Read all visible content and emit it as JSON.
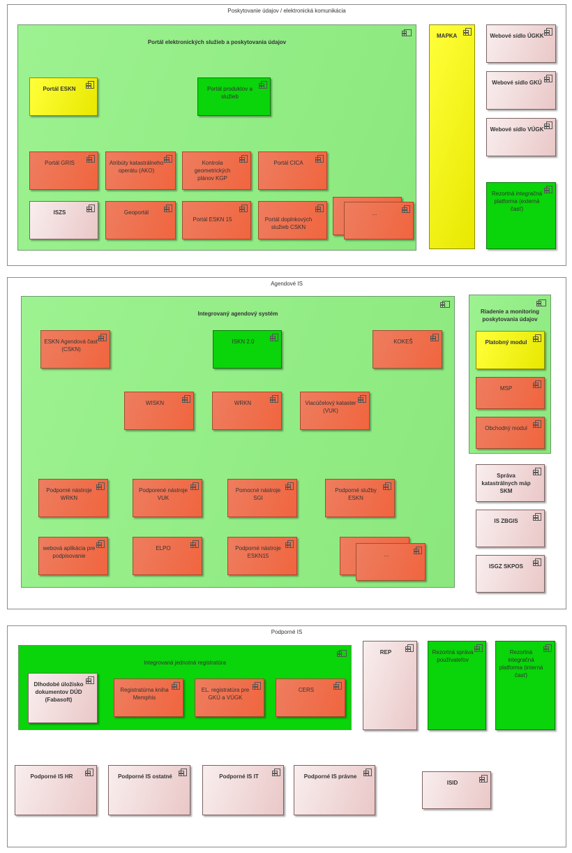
{
  "layers": {
    "top": {
      "title": "Poskytovanie údajov / elektronická komunikácia"
    },
    "middle": {
      "title": "Agendové IS"
    },
    "bottom": {
      "title": "Podporné IS"
    }
  },
  "packages": {
    "portal": "Portál elektronických služieb a poskytovania údajov",
    "ias": "Integrovaný agendový systém",
    "riadenie": "Riadenie a monitoring poskytovania údajov",
    "ijr": "Integrovaná jednotná registratúra"
  },
  "components": {
    "portal_eskn": "Portál ESKN",
    "portal_produktov": "Portál produktov a služieb",
    "portal_gris": "Portál GRIS",
    "atributy": "Atribúty katastrálneho operátu (AKO)",
    "kontrola": "Kontrola geometrických plánov KGP",
    "portal_cica": "Portál CICA",
    "iszs": "ISZS",
    "geoportal": "Geoportál",
    "portal_eskn15": "Portál ESKN 15",
    "portal_doplnkovych": "Portál doplnkových služieb CSKN",
    "ellipsis1": "...",
    "mapka": "MAPKA",
    "web_ugkk": "Webové sídlo ÚGKK",
    "web_gku": "Webové sídlo GKÚ",
    "web_vugk": "Webové sídlo VÚGK",
    "rip_ext": "Rezortná integračná platforma (externá časť)",
    "eskn_agendova": "ESKN Agendová časť (CSKN)",
    "iskn": "ISKN 2.0",
    "kokes": "KOKEŠ",
    "wiskn": "WISKN",
    "wrkn": "WRKN",
    "vuk": "Viacúčelový kataster (VUK)",
    "pn_wrkn": "Podporné nástroje WRKN",
    "pn_vuk": "Podporené nástroje VUK",
    "pn_sgi": "Pomocné nástroje SGI",
    "ps_eskn": "Podporné služby ESKN",
    "web_podpis": "webová aplikácia pre podpisovanie",
    "elpo": "ELPO",
    "pn_eskn15": "Podporné nástroje ESKN15",
    "ellipsis2": "...",
    "platobny": "Platobný modul",
    "msp": "MSP",
    "obchodny": "Obchodný modul",
    "skm": "Správa katastrálnych máp SKM",
    "zbgis": "IS ZBGIS",
    "skpos": "ISGZ SKPOS",
    "dud": "Dlhodobé úložisko dokumentov DÚD (Fabasoft)",
    "memphis": "Registratúrna kniha Memphis",
    "el_reg": "EL. registratúra pre GKÚ a VÚGK",
    "cers": "CERS",
    "rep": "REP",
    "rsp": "Rezortná správa používateľov",
    "rip_int": "Rezortná integračná platforma (interná časť)",
    "is_hr": "Podporné IS HR",
    "is_ostatne": "Podporné IS ostatné",
    "is_it": "Podporné IS IT",
    "is_pravne": "Podporné IS právne",
    "isid": "ISID"
  },
  "colors": {
    "orange": "#f0653f",
    "pink": "#eac7c7",
    "yellow": "#ffff3a",
    "green": "#0ad40a",
    "light_green": "#9cf290"
  }
}
